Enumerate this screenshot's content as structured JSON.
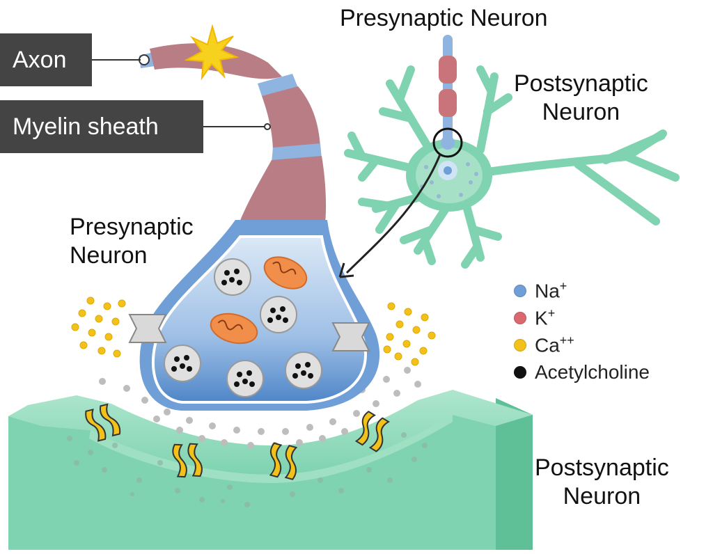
{
  "labels": {
    "axon": "Axon",
    "myelin_sheath": "Myelin sheath",
    "presynaptic_top": "Presynaptic Neuron",
    "postsynaptic_top_line1": "Postsynaptic",
    "postsynaptic_top_line2": "Neuron",
    "presynaptic_mid_line1": "Presynaptic",
    "presynaptic_mid_line2": "Neuron",
    "postsynaptic_bottom_line1": "Postsynaptic",
    "postsynaptic_bottom_line2": "Neuron"
  },
  "legend": [
    {
      "symbol": "Na",
      "charge": "+",
      "color": "#6f9fd6"
    },
    {
      "symbol": "K",
      "charge": "+",
      "color": "#d9696f"
    },
    {
      "symbol": "Ca",
      "charge": "++",
      "color": "#f2c21b"
    },
    {
      "symbol": "Acetylcholine",
      "charge": "",
      "color": "#111111"
    }
  ],
  "colors": {
    "myelin": "#b97e85",
    "axon_blue": "#8fb4e0",
    "terminal_blue": "#6f9fd6",
    "postsynaptic_green": "#7fd3b0",
    "receptor_yellow": "#f2c21b",
    "label_box": "#444444"
  }
}
